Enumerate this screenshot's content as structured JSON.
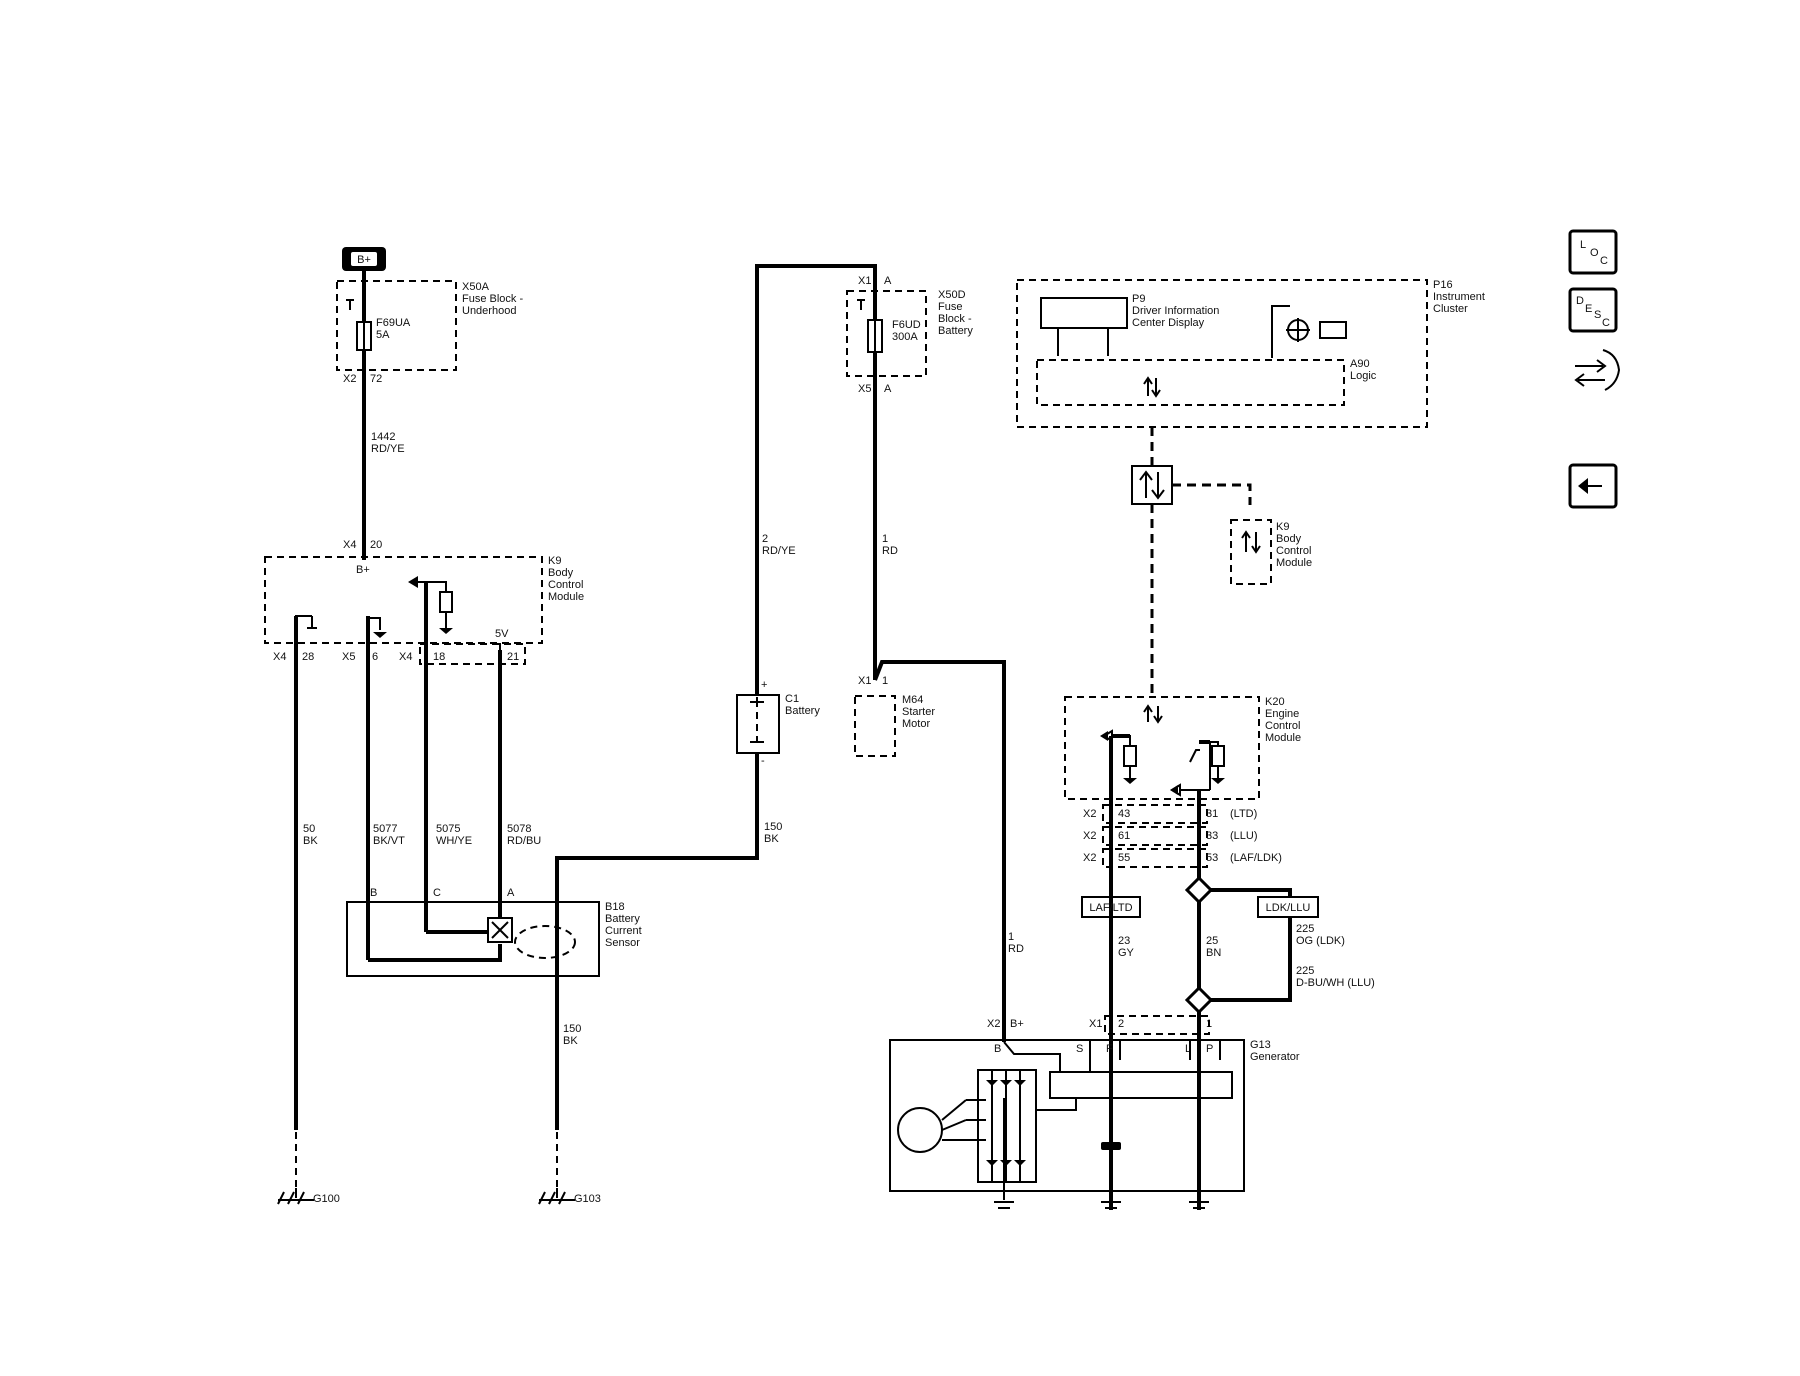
{
  "power": {
    "label": "B+"
  },
  "x50a": {
    "id": "X50A",
    "name1": "Fuse Block -",
    "name2": "Underhood",
    "fuse_id": "F69UA",
    "fuse_amp": "5A",
    "conn": "X2",
    "pin": "72"
  },
  "x50d": {
    "id": "X50D",
    "name1": "Fuse",
    "name2": "Block -",
    "name3": "Battery",
    "fuse_id": "F6UD",
    "fuse_amp": "300A",
    "top_conn": "X1",
    "top_pin": "A",
    "bot_conn": "X5",
    "bot_pin": "A"
  },
  "wires": {
    "w1442_num": "1442",
    "w1442_col": "RD/YE",
    "w2_num": "2",
    "w2_col": "RD/YE",
    "w1_num": "1",
    "w1_col": "RD",
    "w1b_num": "1",
    "w1b_col": "RD",
    "w50_num": "50",
    "w50_col": "BK",
    "w5077_num": "5077",
    "w5077_col": "BK/VT",
    "w5075_num": "5075",
    "w5075_col": "WH/YE",
    "w5078_num": "5078",
    "w5078_col": "RD/BU",
    "w150a_num": "150",
    "w150a_col": "BK",
    "w150b_num": "150",
    "w150b_col": "BK",
    "w23_num": "23",
    "w23_col": "GY",
    "w25_num": "25",
    "w25_col": "BN",
    "w225a_num": "225",
    "w225a_col": "OG  (LDK)",
    "w225b_num": "225",
    "w225b_col": "D-BU/WH  (LLU)"
  },
  "k9": {
    "id": "K9",
    "name1": "Body",
    "name2": "Control",
    "name3": "Module",
    "top_conn": "X4",
    "top_pin": "20",
    "bplus": "B+",
    "v5": "5V",
    "c1": "X4",
    "p1": "28",
    "c2": "X5",
    "p2": "6",
    "c3": "X4",
    "p3": "18",
    "p4": "21"
  },
  "battery": {
    "id": "C1",
    "name": "Battery",
    "plus": "+",
    "minus": "-"
  },
  "starter": {
    "id": "M64",
    "name1": "Starter",
    "name2": "Motor",
    "conn": "X1",
    "pin": "1"
  },
  "b18": {
    "id": "B18",
    "name1": "Battery",
    "name2": "Current",
    "name3": "Sensor",
    "pb": "B",
    "pc": "C",
    "pa": "A"
  },
  "grounds": {
    "g100": "G100",
    "g103": "G103"
  },
  "p16": {
    "id": "P16",
    "name1": "Instrument",
    "name2": "Cluster",
    "p9_id": "P9",
    "p9_name1": "Driver Information",
    "p9_name2": "Center Display",
    "a90_id": "A90",
    "a90_name": "Logic"
  },
  "k9b": {
    "id": "K9",
    "name1": "Body",
    "name2": "Control",
    "name3": "Module"
  },
  "k20": {
    "id": "K20",
    "name1": "Engine",
    "name2": "Control",
    "name3": "Module",
    "rows": [
      {
        "conn": "X2",
        "pin_l": "43",
        "pin_r": "31",
        "opt": "(LTD)"
      },
      {
        "conn": "X2",
        "pin_l": "61",
        "pin_r": "33",
        "opt": "(LLU)"
      },
      {
        "conn": "X2",
        "pin_l": "55",
        "pin_r": "53",
        "opt": "(LAF/LDK)"
      }
    ]
  },
  "tags": {
    "laf": "LAF/LTD",
    "ldk": "LDK/LLU"
  },
  "g13": {
    "id": "G13",
    "name": "Generator",
    "x2": "X2",
    "bplus": "B+",
    "x1": "X1",
    "p2": "2",
    "p1": "1",
    "tB": "B",
    "tS": "S",
    "tF": "F",
    "tL": "L",
    "tP": "P"
  },
  "nav": {
    "loc_l": "L",
    "loc_o": "O",
    "loc_c": "C",
    "desc_d": "D",
    "desc_e": "E",
    "desc_s": "S",
    "desc_c": "C",
    "back_icon": "arrow-left-icon",
    "swap_icon": "swap-arrows-icon"
  }
}
